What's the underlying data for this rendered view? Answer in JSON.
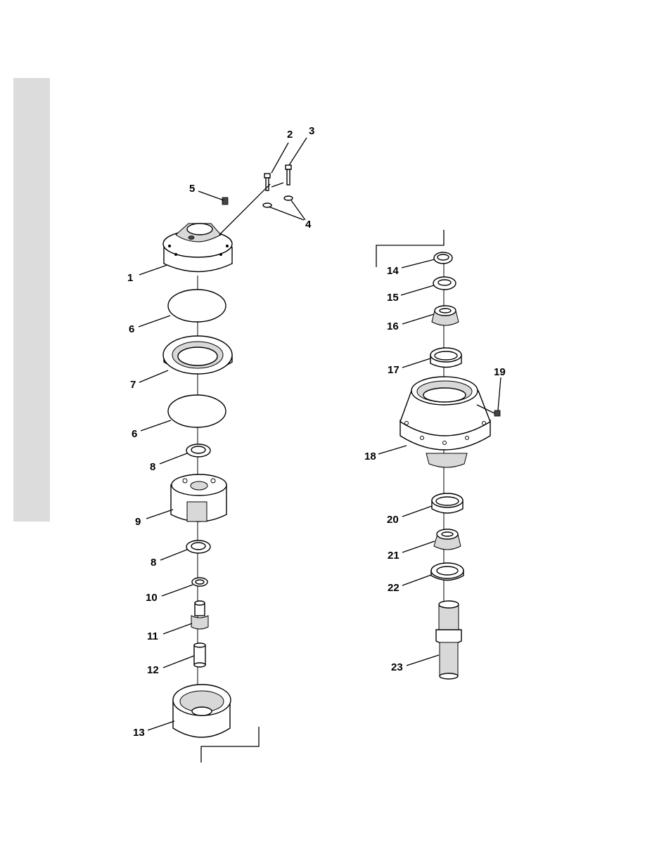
{
  "callouts": {
    "c1": "1",
    "c2": "2",
    "c3": "3",
    "c4": "4",
    "c5": "5",
    "c6a": "6",
    "c6b": "6",
    "c7": "7",
    "c8a": "8",
    "c8b": "8",
    "c9": "9",
    "c10": "10",
    "c11": "11",
    "c12": "12",
    "c13": "13",
    "c14": "14",
    "c15": "15",
    "c16": "16",
    "c17": "17",
    "c18": "18",
    "c19": "19",
    "c20": "20",
    "c21": "21",
    "c22": "22",
    "c23": "23"
  }
}
